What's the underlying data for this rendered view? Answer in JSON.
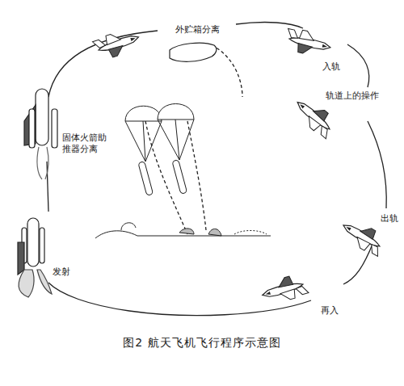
{
  "diagram": {
    "caption": "图2 航天飞机飞行程序示意图",
    "labels": [
      "外贮箱分离",
      "入轨",
      "轨道上的操作",
      "出轨",
      "再入",
      "固体火箭助推器分离",
      "发射"
    ]
  }
}
